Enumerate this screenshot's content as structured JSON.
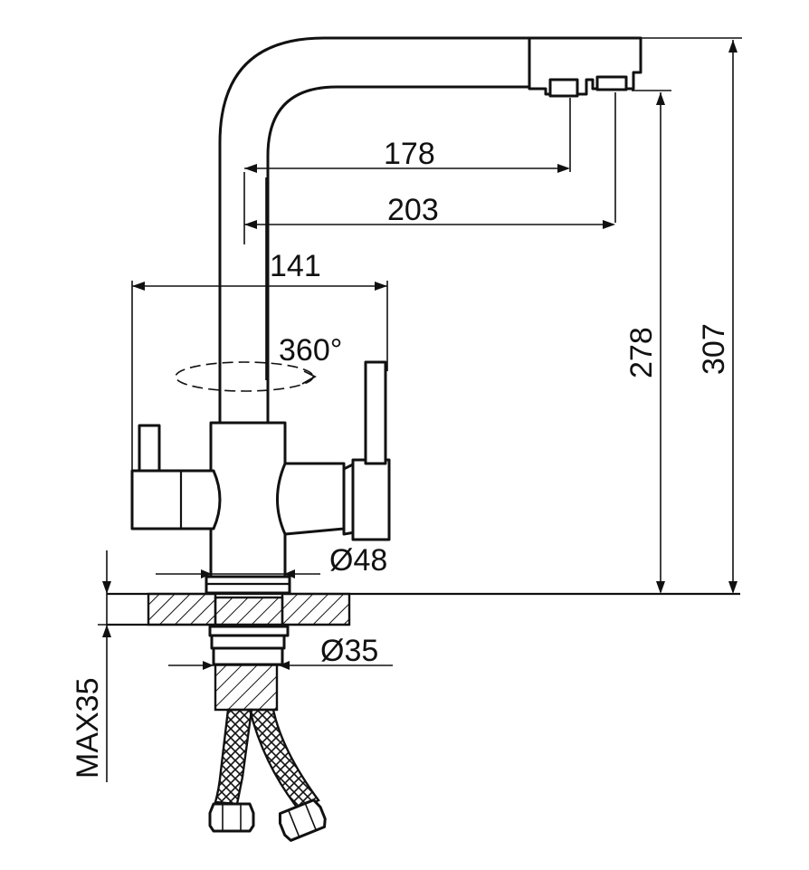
{
  "dimensions": {
    "spout_reach_178": "178",
    "spout_reach_203": "203",
    "handle_span_141": "141",
    "rotation_360": "360°",
    "base_diameter": "Ø48",
    "shank_diameter": "Ø35",
    "height_278": "278",
    "height_307": "307",
    "max_counter_thickness": "MAX35"
  },
  "colors": {
    "line": "#111111",
    "background": "#ffffff"
  }
}
